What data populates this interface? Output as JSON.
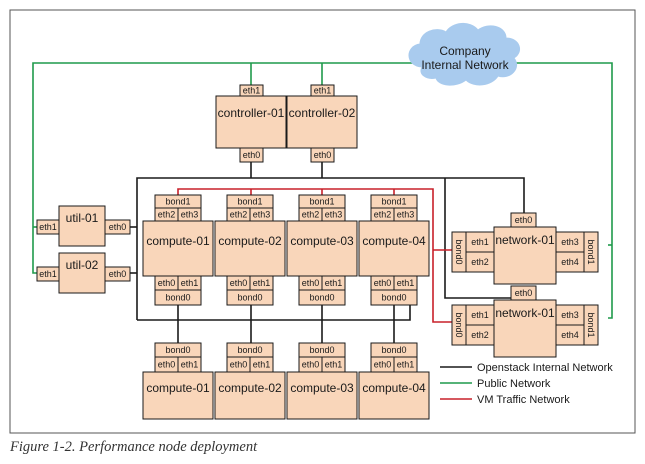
{
  "diagram": {
    "cloud_label": [
      "Company",
      "Internal Network"
    ],
    "controllers": [
      {
        "name": "controller-01",
        "top_port": "eth1",
        "bottom_port": "eth0"
      },
      {
        "name": "controller-02",
        "top_port": "eth1",
        "bottom_port": "eth0"
      }
    ],
    "utils": [
      {
        "name": "util-01",
        "left_port": "eth1",
        "right_port": "eth0"
      },
      {
        "name": "util-02",
        "left_port": "eth1",
        "right_port": "eth0"
      }
    ],
    "computes_top": [
      {
        "name": "compute-01",
        "top_bond": "bond1",
        "top_ports": [
          "eth2",
          "eth3"
        ],
        "bottom_ports": [
          "eth0",
          "eth1"
        ],
        "bottom_bond": "bond0"
      },
      {
        "name": "compute-02",
        "top_bond": "bond1",
        "top_ports": [
          "eth2",
          "eth3"
        ],
        "bottom_ports": [
          "eth0",
          "eth1"
        ],
        "bottom_bond": "bond0"
      },
      {
        "name": "compute-03",
        "top_bond": "bond1",
        "top_ports": [
          "eth2",
          "eth3"
        ],
        "bottom_ports": [
          "eth0",
          "eth1"
        ],
        "bottom_bond": "bond0"
      },
      {
        "name": "compute-04",
        "top_bond": "bond1",
        "top_ports": [
          "eth2",
          "eth3"
        ],
        "bottom_ports": [
          "eth0",
          "eth1"
        ],
        "bottom_bond": "bond0"
      }
    ],
    "computes_bottom": [
      {
        "name": "compute-01",
        "bond": "bond0",
        "ports": [
          "eth0",
          "eth1"
        ]
      },
      {
        "name": "compute-02",
        "bond": "bond0",
        "ports": [
          "eth0",
          "eth1"
        ]
      },
      {
        "name": "compute-03",
        "bond": "bond0",
        "ports": [
          "eth0",
          "eth1"
        ]
      },
      {
        "name": "compute-04",
        "bond": "bond0",
        "ports": [
          "eth0",
          "eth1"
        ]
      }
    ],
    "network_nodes": [
      {
        "name": "network-01",
        "top_port": "eth0",
        "left_bond": "bond0",
        "left_ports": [
          "eth1",
          "eth2"
        ],
        "right_ports": [
          "eth3",
          "eth4"
        ],
        "right_bond": "bond1"
      },
      {
        "name": "network-01",
        "top_port": "eth0",
        "left_bond": "bond0",
        "left_ports": [
          "eth1",
          "eth2"
        ],
        "right_ports": [
          "eth3",
          "eth4"
        ],
        "right_bond": "bond1"
      }
    ],
    "legend": [
      {
        "label": "Openstack Internal Network",
        "color": "#1a1a1a"
      },
      {
        "label": "Public Network",
        "color": "#1f9a4b"
      },
      {
        "label": "VM Traffic Network",
        "color": "#c8202a"
      }
    ],
    "colors": {
      "node_fill": "#f9d6ba",
      "port_fill": "#f9d6ba",
      "stroke": "#1a1a1a",
      "cloud_fill": "#a9cbee",
      "internal": "#1a1a1a",
      "public": "#1f9a4b",
      "vm": "#c8202a"
    }
  },
  "caption": "Figure 1-2. Performance node deployment"
}
